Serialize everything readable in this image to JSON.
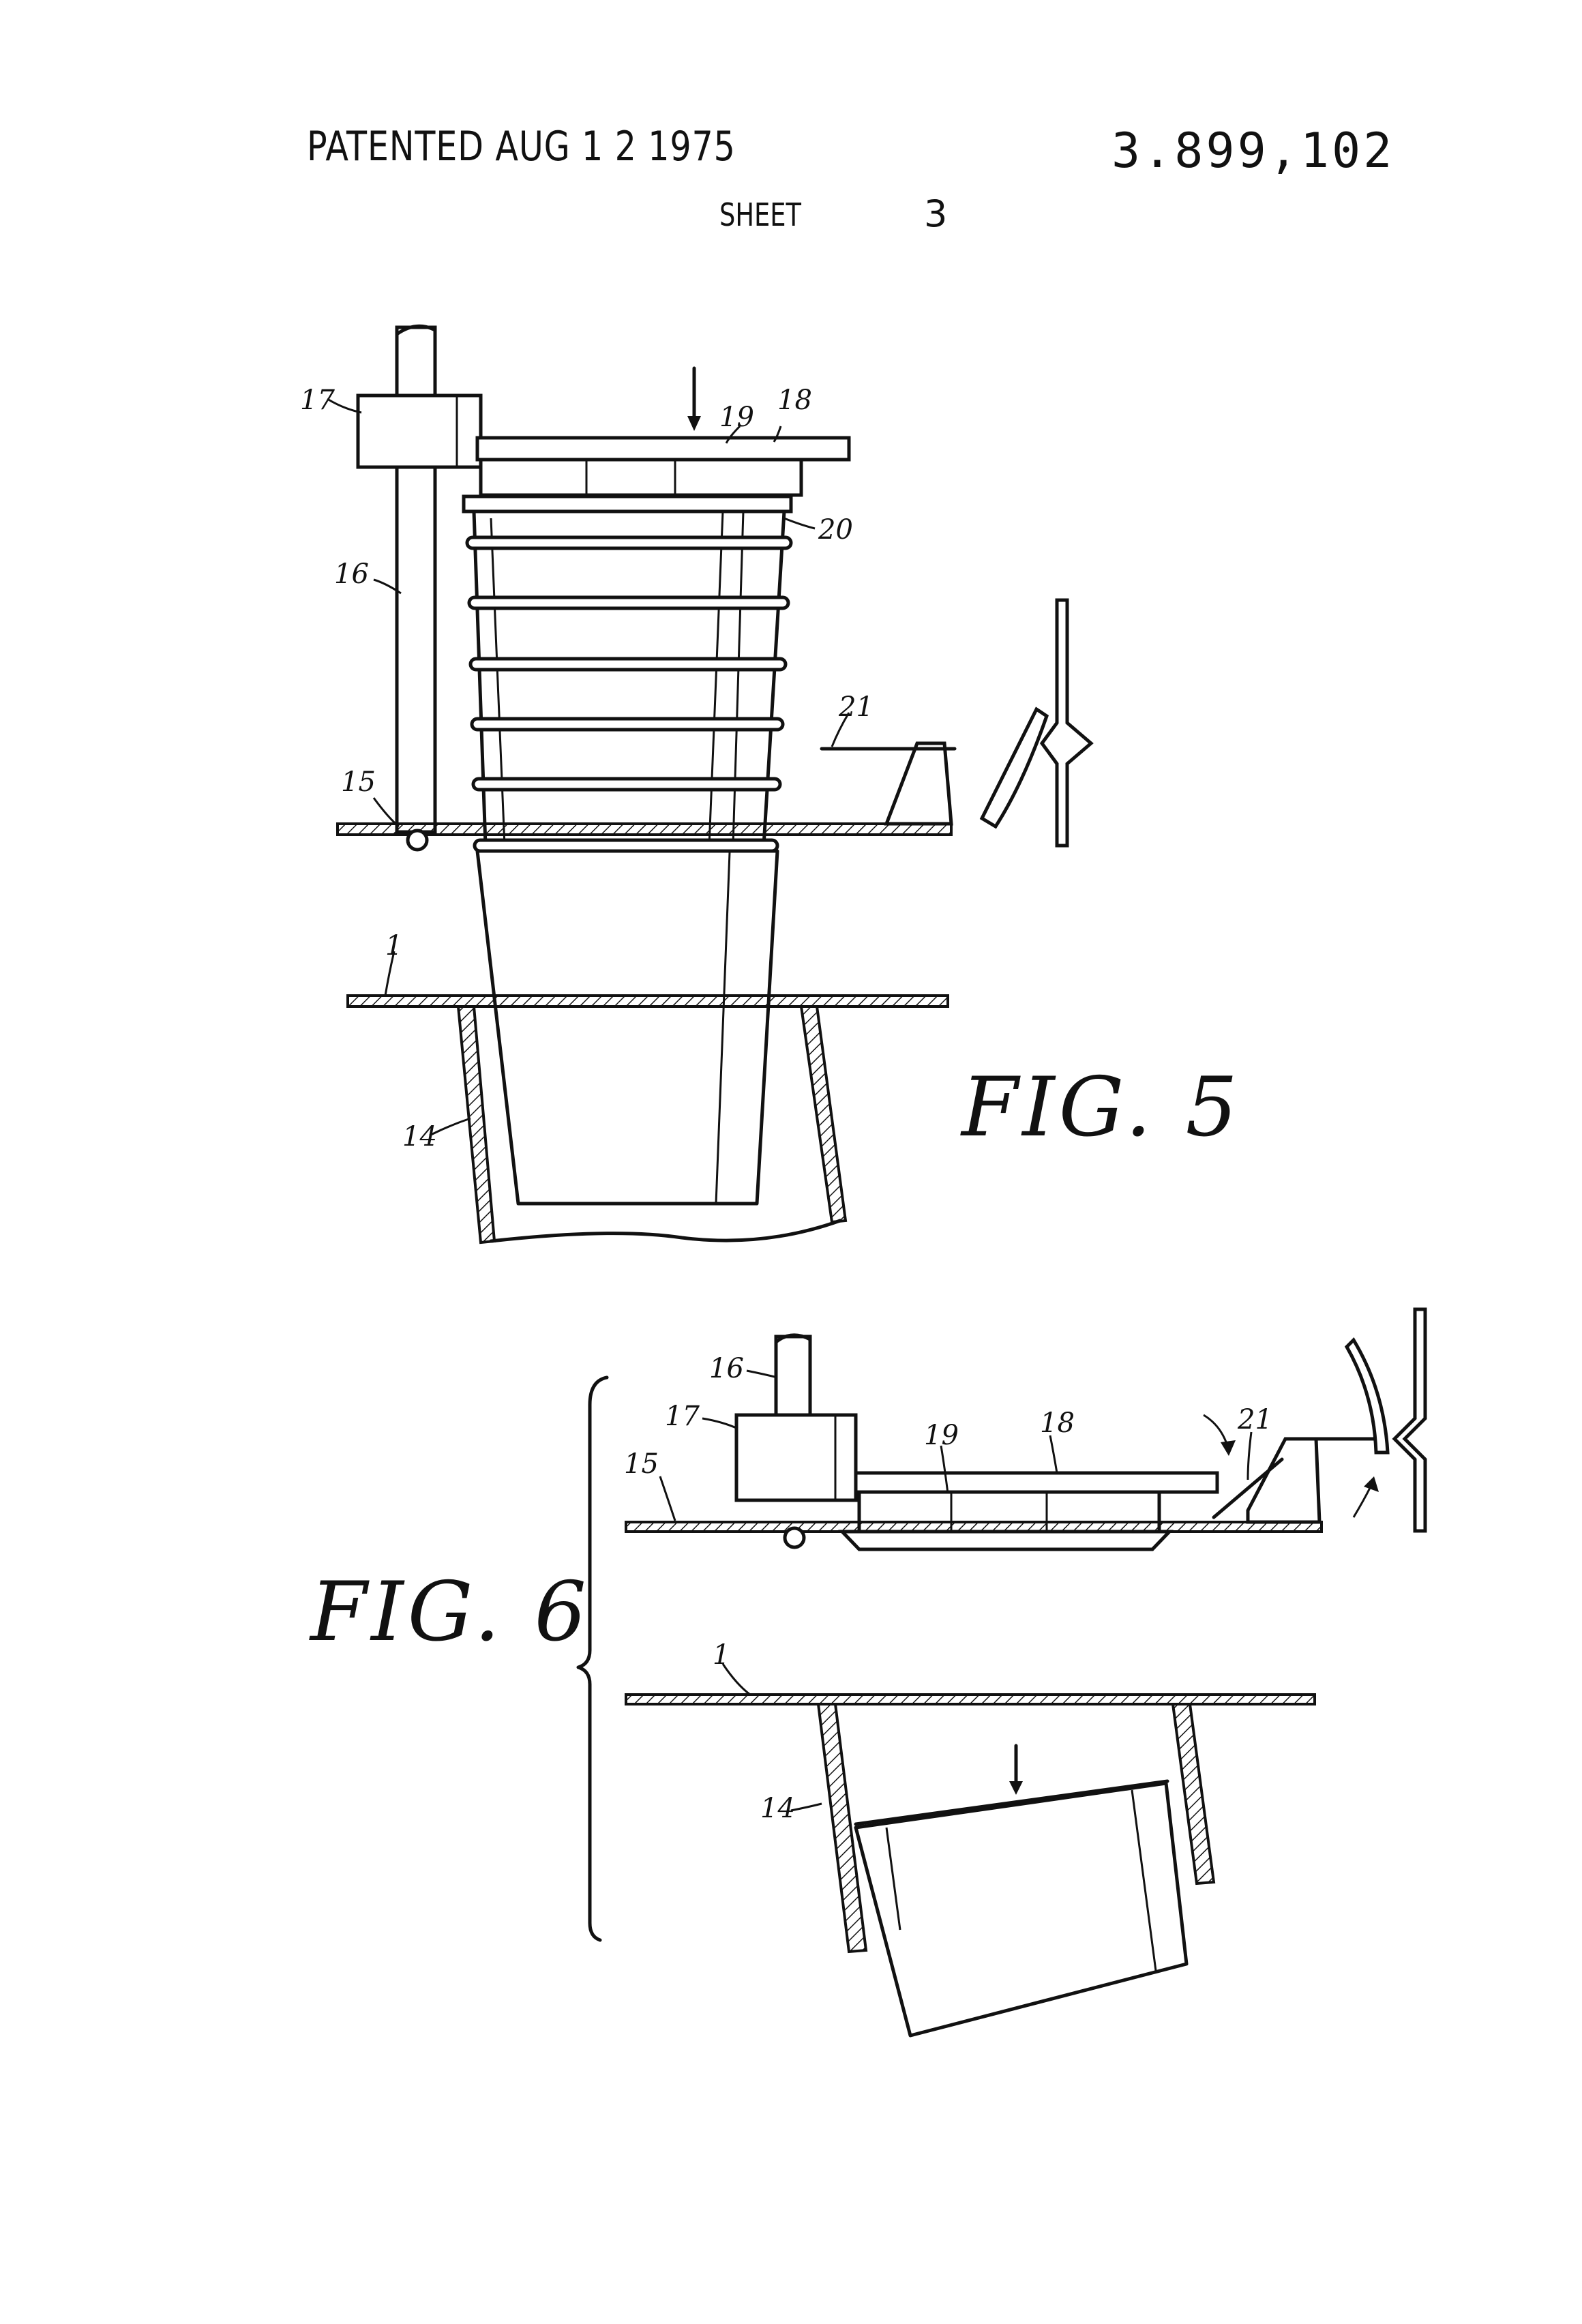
{
  "header": {
    "patented": "PATENTED AUG 1 2 1975",
    "patent_number": "3.899,102",
    "sheet_label": "SHEET",
    "sheet_number": "3"
  },
  "figures": [
    {
      "title": "FIG. 5",
      "refs": {
        "r17": "17",
        "r18": "18",
        "r19": "19",
        "r20": "20",
        "r16": "16",
        "r21": "21",
        "r15": "15",
        "r1": "1",
        "r14": "14"
      }
    },
    {
      "title": "FIG. 6",
      "refs": {
        "r16": "16",
        "r17": "17",
        "r18": "18",
        "r19": "19",
        "r21": "21",
        "r15": "15",
        "r1": "1",
        "r14": "14"
      }
    }
  ]
}
